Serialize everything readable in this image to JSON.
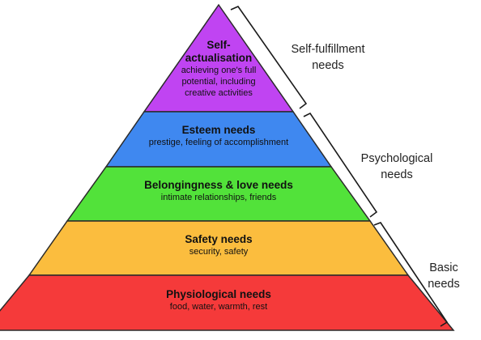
{
  "levels": [
    {
      "title_line1": "Self-",
      "title_line2": "actualisation",
      "desc_line1": "achieving one's full",
      "desc_line2": "potential, including",
      "desc_line3": "creative activities",
      "color": "#c044f2"
    },
    {
      "title": "Esteem needs",
      "desc": "prestige, feeling of accomplishment",
      "color": "#3f88f0"
    },
    {
      "title": "Belongingness & love needs",
      "desc": "intimate relationships, friends",
      "color": "#52e23a"
    },
    {
      "title": "Safety needs",
      "desc": "security, safety",
      "color": "#fbbd3e"
    },
    {
      "title": "Physiological needs",
      "desc": "food, water, warmth, rest",
      "color": "#f53a3a"
    }
  ],
  "groups": [
    {
      "line1": "Self-fulfillment",
      "line2": "needs"
    },
    {
      "line1": "Psychological",
      "line2": "needs"
    },
    {
      "line1": "Basic",
      "line2": "needs"
    }
  ],
  "border_color": "#2a2a2a"
}
